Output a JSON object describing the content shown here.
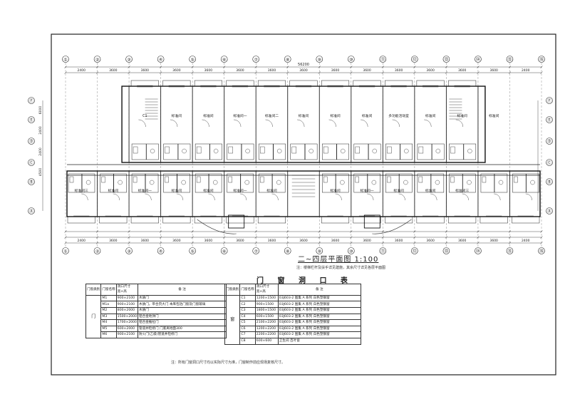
{
  "plan": {
    "title": "二~四层平面图 1:100",
    "note": "注：楼梯栏杆及扶手详见建施，其余尺寸详见各层平面图"
  },
  "grid_axes_top": [
    "①",
    "②",
    "③",
    "④",
    "⑤",
    "⑥",
    "⑦",
    "⑧",
    "⑨",
    "⑩",
    "⑪",
    "⑫",
    "⑬",
    "⑭",
    "⑮",
    "⑯"
  ],
  "grid_axes_side": [
    "Ⓐ",
    "Ⓑ",
    "Ⓒ",
    "Ⓓ",
    "Ⓔ",
    "Ⓕ"
  ],
  "dimensions": {
    "overall": "56200",
    "top_spans": [
      "2400",
      "3600",
      "3600",
      "3600",
      "3600",
      "3600",
      "3600",
      "3600",
      "3600",
      "3600",
      "3600",
      "3600",
      "3600",
      "3600",
      "2400"
    ],
    "left_spans": [
      "6000",
      "2400",
      "2400",
      "4500"
    ]
  },
  "room_labels": {
    "north": [
      "C1",
      "标准间",
      "标准间",
      "标准间一",
      "标准间二",
      "标准间",
      "标准间",
      "标准间",
      "多功能活动室",
      "标准间",
      "标准间",
      "标准间"
    ],
    "south": [
      "标准间三",
      "标准间",
      "标准间一",
      "标准间",
      "标准间",
      "标准间一",
      "标准间",
      "标准间",
      "标准间一",
      "标准间",
      "标准间",
      "标准间三"
    ]
  },
  "schedule": {
    "title": "门 窗 洞 口 表",
    "headers": {
      "type": "门窗类别",
      "code": "门窗名称",
      "size": "洞口尺寸",
      "size_sub": "宽×高",
      "remark": "备 注"
    },
    "doors_group": "门",
    "windows_group": "窗",
    "doors": [
      {
        "code": "M1",
        "size": "900×2100",
        "remark": "木质门"
      },
      {
        "code": "M1a",
        "size": "900×2100",
        "remark": "木质门，带合页大门 本库包括门窗及门窗玻璃"
      },
      {
        "code": "M2",
        "size": "800×2000",
        "remark": "木质门"
      },
      {
        "code": "M3",
        "size": "1500×2000",
        "remark": "铝合金地弹门"
      },
      {
        "code": "M4",
        "size": "1700×2000",
        "remark": "铝合金推拉门"
      },
      {
        "code": "M5",
        "size": "600×2000",
        "remark": "管道井检修门 门底离地面300"
      },
      {
        "code": "M6",
        "size": "900×2100",
        "remark": "防火门(乙级)管道井检修门"
      }
    ],
    "windows": [
      {
        "code": "C1",
        "size": "1200×1500",
        "remark": "03J603-2 图集 A 系列 白色塑钢窗"
      },
      {
        "code": "C2",
        "size": "900×1500",
        "remark": "03J603-2 图集 A 系列 白色塑钢窗"
      },
      {
        "code": "C3",
        "size": "1800×1500",
        "remark": "03J603-2 图集 A 系列 白色塑钢窗"
      },
      {
        "code": "C4",
        "size": "600×1500",
        "remark": "03J603-2 图集 A 系列 白色塑钢窗"
      },
      {
        "code": "C5",
        "size": "2100×2200",
        "remark": "03J603-2 图集 A 系列 白色塑钢窗"
      },
      {
        "code": "C6",
        "size": "1200×2200",
        "remark": "03J603-2 图集 A 系列 白色塑钢窗"
      },
      {
        "code": "C7",
        "size": "2200×2200",
        "remark": "03J603-2 图集 A 系列 白色塑钢窗"
      },
      {
        "code": "C8",
        "size": "600×600",
        "remark": "卫生间 百叶窗"
      }
    ],
    "footnote": "注：所有门窗洞口尺寸均以实际尺寸为准，门窗制作前应现场复核尺寸。"
  }
}
